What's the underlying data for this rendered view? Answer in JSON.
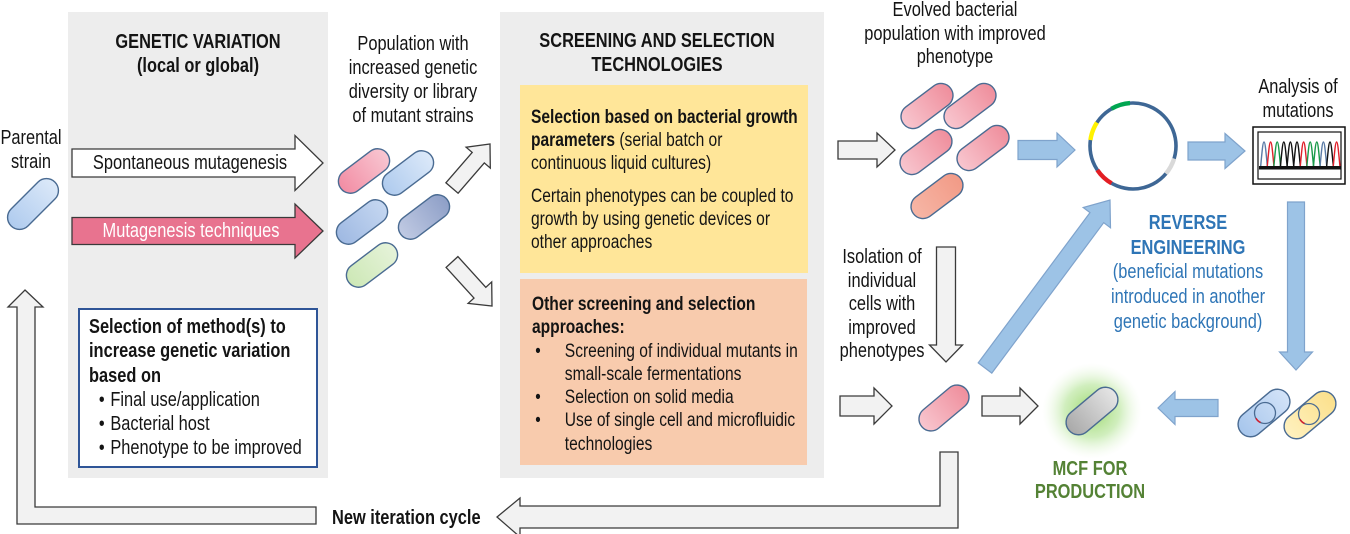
{
  "genetic_variation": {
    "title_lines": [
      "GENETIC VARIATION",
      "(local or global)"
    ],
    "spontaneous_label": "Spontaneous mutagenesis",
    "techniques_label": "Mutagenesis techniques",
    "method_box": {
      "heading_lines": [
        "Selection of method(s) to",
        "increase genetic variation",
        "based on"
      ],
      "bullet": "•",
      "bullets": [
        "Final use/application",
        "Bacterial host",
        "Phenotype to be improved"
      ]
    }
  },
  "parental_strain": {
    "lines": [
      "Parental",
      "strain"
    ]
  },
  "population": {
    "lines": [
      "Population with",
      "increased genetic",
      "diversity or library",
      "of mutant strains"
    ]
  },
  "screening": {
    "title_lines": [
      "SCREENING AND SELECTION",
      "TECHNOLOGIES"
    ],
    "growth_box": {
      "bold_lines": [
        "Selection based on bacterial growth",
        "parameters"
      ],
      "detail_lines": [
        "(serial batch or",
        "continuous liquid cultures)"
      ],
      "note_lines": [
        "Certain phenotypes can be coupled to",
        "growth by using genetic devices or",
        "other approaches"
      ]
    },
    "other_box": {
      "heading_lines": [
        "Other screening and selection",
        "approaches:"
      ],
      "bullet": "•",
      "bullets": [
        {
          "lines": [
            "Screening of individual mutants in",
            "small-scale fermentations"
          ]
        },
        {
          "lines": [
            "Selection on solid media"
          ]
        },
        {
          "lines": [
            "Use of single cell and microfluidic",
            "technologies"
          ]
        }
      ]
    }
  },
  "evolved_population": {
    "lines": [
      "Evolved bacterial",
      "population with improved",
      "phenotype"
    ]
  },
  "analysis": {
    "lines": [
      "Analysis of",
      "mutations"
    ],
    "chromatogram_peak_colors": [
      "#5B7BA6",
      "#E0202A",
      "#1A9A4A",
      "#111111",
      "#111111",
      "#111111",
      "#E0202A",
      "#1A9A4A",
      "#1A9A4A",
      "#5B7BA6",
      "#111111",
      "#E0202A"
    ]
  },
  "plasmid": {
    "marker_colors": [
      "#00A651",
      "#FFF200",
      "#E31E24",
      "#D9D9D9"
    ],
    "backbone_color": "#3E6795"
  },
  "reverse_engineering": {
    "title_lines": [
      "REVERSE",
      "ENGINEERING"
    ],
    "detail_lines": [
      "(beneficial mutations",
      "introduced in another",
      "genetic background)"
    ]
  },
  "isolation": {
    "lines": [
      "Isolation of",
      "individual",
      "cells with",
      "improved",
      "phenotypes"
    ]
  },
  "mcf": {
    "lines": [
      "MCF FOR",
      "PRODUCTION"
    ]
  },
  "iteration": {
    "label": "New iteration cycle"
  },
  "colors": {
    "panel_background": "#EDEDED",
    "growth_box": "#FFE699",
    "screening_box": "#F8CBAD",
    "method_box_border": "#2F5597",
    "mutagenesis_arrow": "#E8738F",
    "mutagenesis_label": "#FFFFFF",
    "process_arrow_blue": "#9DC3E6",
    "reverse_engineering_text": "#2E75B6",
    "mcf_text": "#548235"
  }
}
